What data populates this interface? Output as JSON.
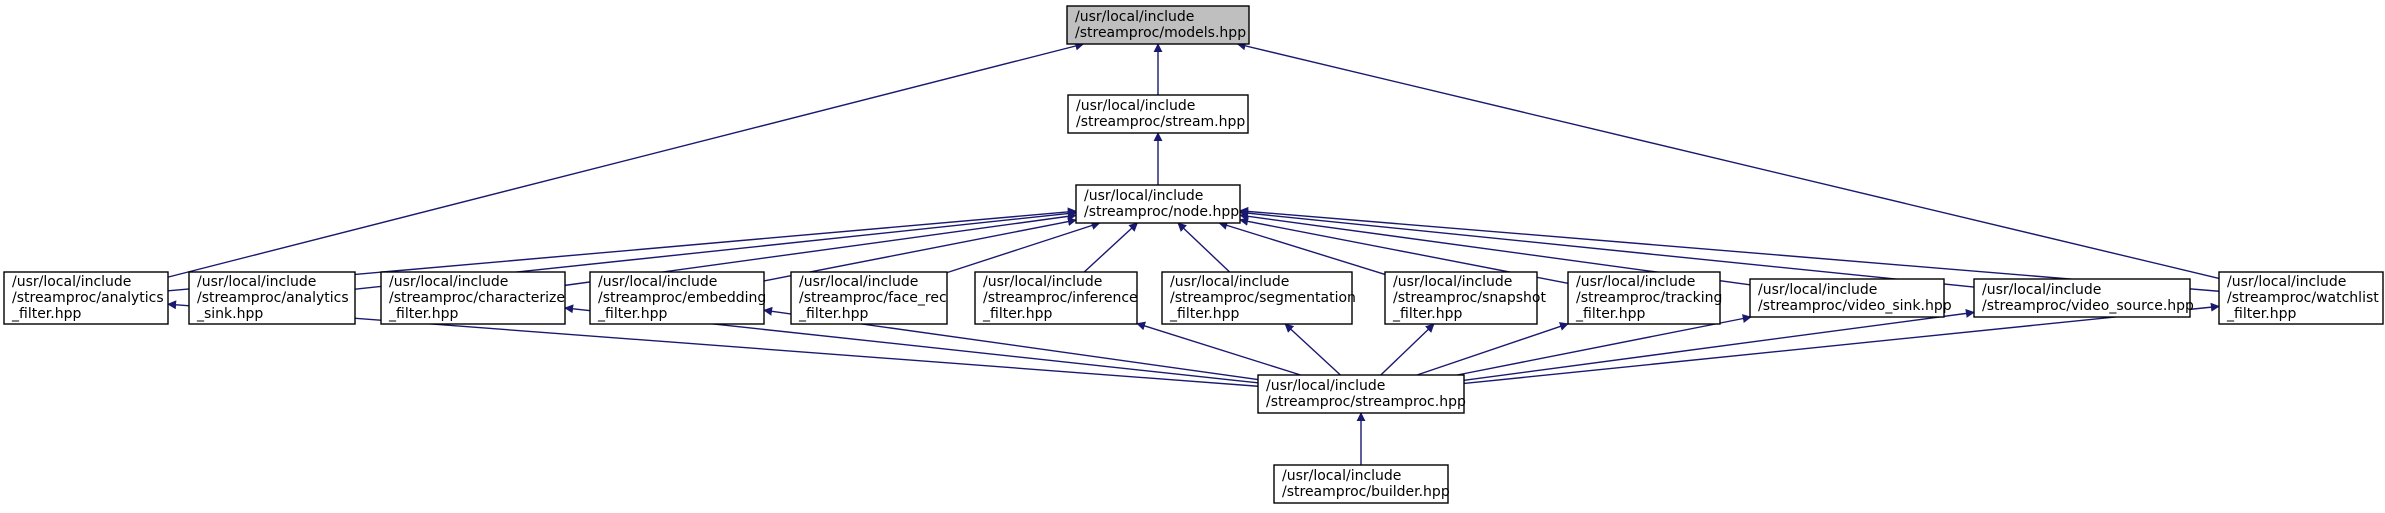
{
  "colors": {
    "edge": "#191970",
    "node_border": "#000000",
    "highlight_fill": "#bfbfbf",
    "background": "#ffffff"
  },
  "nodes": {
    "models": [
      "/usr/local/include",
      "/streamproc/models.hpp"
    ],
    "stream": [
      "/usr/local/include",
      "/streamproc/stream.hpp"
    ],
    "node": [
      "/usr/local/include",
      "/streamproc/node.hpp"
    ],
    "analytics_filter": [
      "/usr/local/include",
      "/streamproc/analytics",
      "_filter.hpp"
    ],
    "analytics_sink": [
      "/usr/local/include",
      "/streamproc/analytics",
      "_sink.hpp"
    ],
    "characterize_filter": [
      "/usr/local/include",
      "/streamproc/characterize",
      "_filter.hpp"
    ],
    "embedding_filter": [
      "/usr/local/include",
      "/streamproc/embedding",
      "_filter.hpp"
    ],
    "face_rec_filter": [
      "/usr/local/include",
      "/streamproc/face_rec",
      "_filter.hpp"
    ],
    "inference_filter": [
      "/usr/local/include",
      "/streamproc/inference",
      "_filter.hpp"
    ],
    "segmentation_filter": [
      "/usr/local/include",
      "/streamproc/segmentation",
      "_filter.hpp"
    ],
    "snapshot_filter": [
      "/usr/local/include",
      "/streamproc/snapshot",
      "_filter.hpp"
    ],
    "tracking_filter": [
      "/usr/local/include",
      "/streamproc/tracking",
      "_filter.hpp"
    ],
    "video_sink": [
      "/usr/local/include",
      "/streamproc/video_sink.hpp"
    ],
    "video_source": [
      "/usr/local/include",
      "/streamproc/video_source.hpp"
    ],
    "watchlist_filter": [
      "/usr/local/include",
      "/streamproc/watchlist",
      "_filter.hpp"
    ],
    "streamproc": [
      "/usr/local/include",
      "/streamproc/streamproc.hpp"
    ],
    "builder": [
      "/usr/local/include",
      "/streamproc/builder.hpp"
    ]
  }
}
